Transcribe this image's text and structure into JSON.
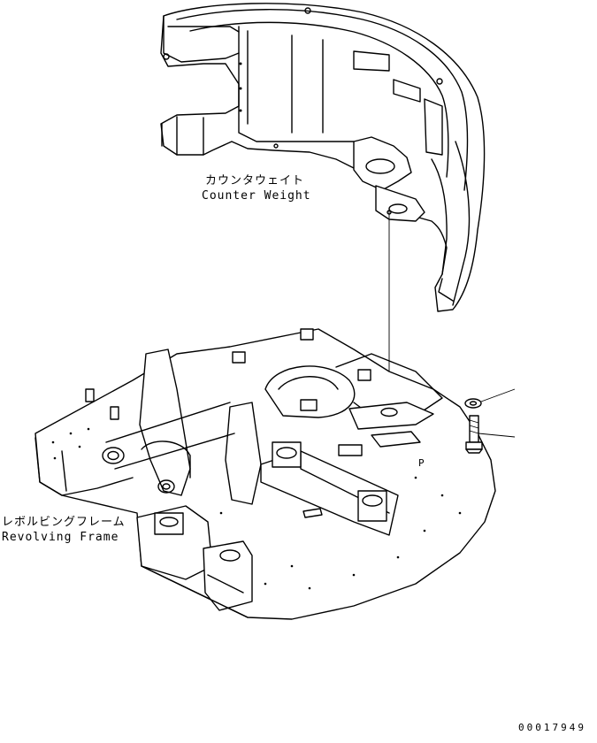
{
  "labels": {
    "counter_weight_jp": "カウンタウェイト",
    "counter_weight_en": "Counter Weight",
    "revolving_frame_jp": "レボルビングフレーム",
    "revolving_frame_en": "Revolving Frame"
  },
  "document_number": "00017949",
  "parts": [
    {
      "id": "counter-weight",
      "name": "Counter Weight"
    },
    {
      "id": "revolving-frame",
      "name": "Revolving Frame"
    },
    {
      "id": "washer",
      "name": ""
    },
    {
      "id": "bolt",
      "name": ""
    }
  ]
}
